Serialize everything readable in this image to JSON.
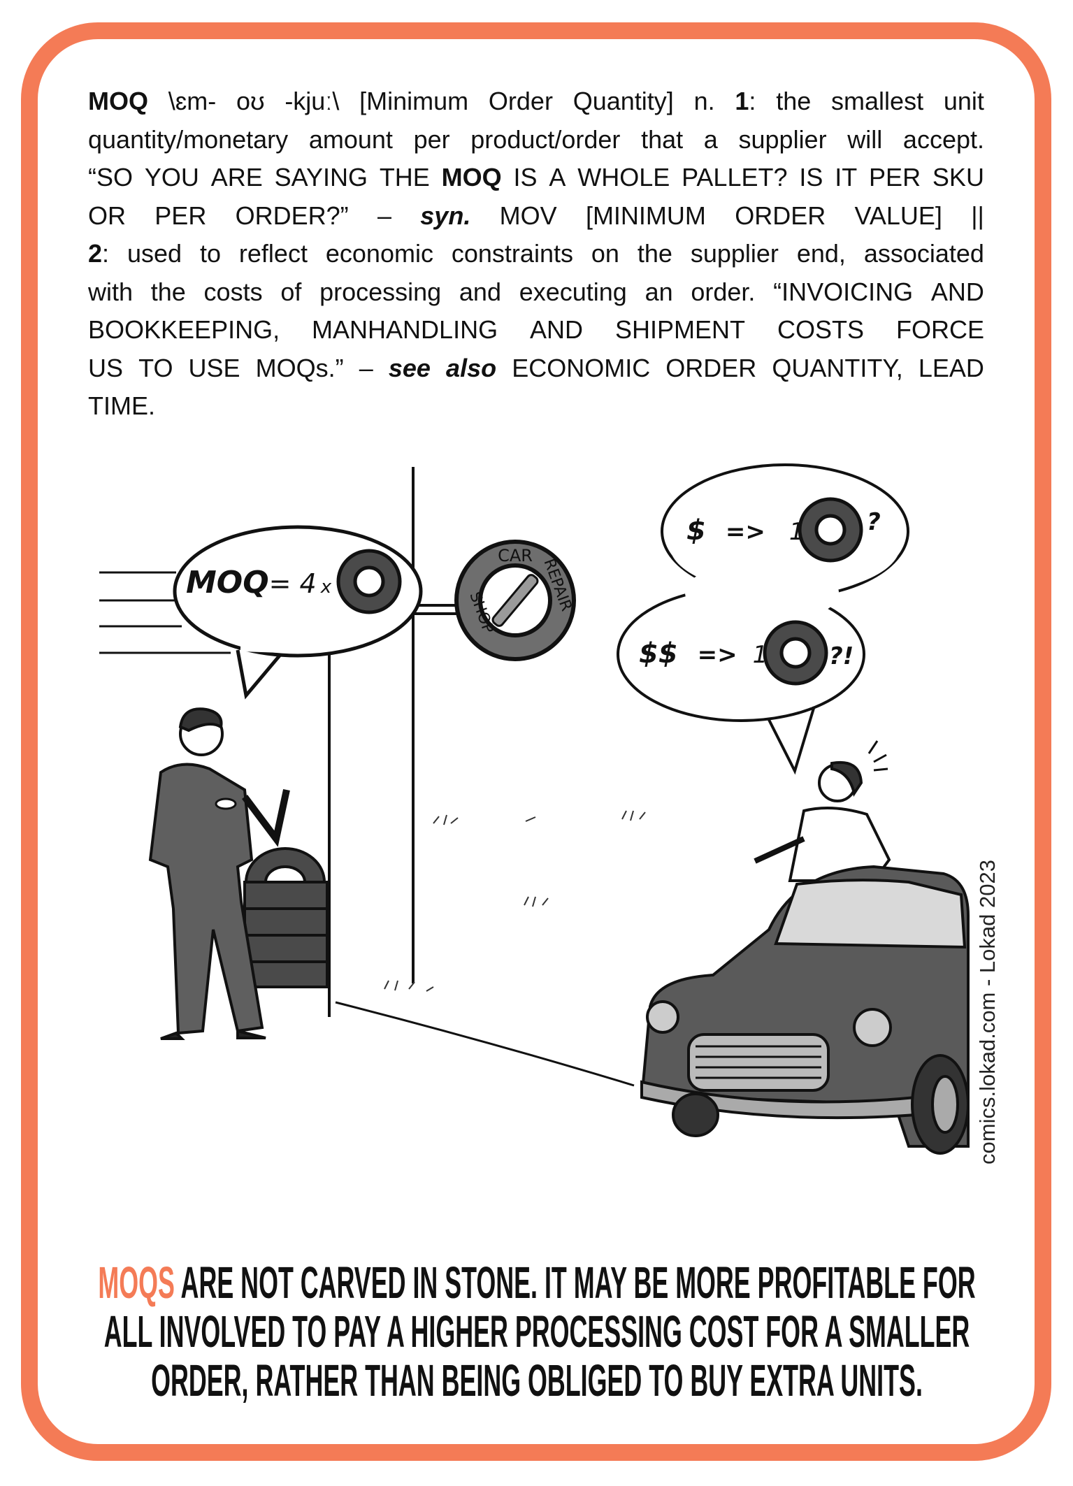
{
  "definition": {
    "lines": [
      [
        {
          "t": "MOQ",
          "s": "b"
        },
        {
          "t": " \\ɛm- oʊ -kjuː\\ [Minimum Order Quantity] n. "
        },
        {
          "t": "1",
          "s": "b"
        },
        {
          "t": ": the smallest unit"
        }
      ],
      [
        {
          "t": "quantity/monetary amount per product/order that a supplier will accept."
        }
      ],
      [
        {
          "t": "“SO YOU ARE SAYING THE "
        },
        {
          "t": "MOQ",
          "s": "b"
        },
        {
          "t": " IS A WHOLE PALLET? IS IT PER SKU"
        }
      ],
      [
        {
          "t": "OR PER ORDER?” – "
        },
        {
          "t": "syn.",
          "s": "bi"
        },
        {
          "t": " MOV [MINIMUM ORDER VALUE] ||"
        }
      ],
      [
        {
          "t": "2",
          "s": "b"
        },
        {
          "t": ": used to reflect economic constraints on the supplier end, associated"
        }
      ],
      [
        {
          "t": "with the costs of processing and executing an order. “INVOICING AND"
        }
      ],
      [
        {
          "t": "BOOKKEEPING, MANHANDLING AND SHIPMENT COSTS FORCE"
        }
      ],
      [
        {
          "t": "US TO USE MOQs.” – "
        },
        {
          "t": "see also",
          "s": "bi"
        },
        {
          "t": " ECONOMIC ORDER QUANTITY, LEAD"
        }
      ],
      [
        {
          "t": "TIME."
        }
      ]
    ]
  },
  "illustration": {
    "mechanic_bubble": {
      "label": "MOQ",
      "equals": "= 4",
      "times": "x"
    },
    "sign": {
      "top": "CAR",
      "right": "REPAIR",
      "left": "SHOP"
    },
    "customer_thought": {
      "line1": {
        "currency": "$",
        "arrow": "=>",
        "qty": "1",
        "mark": "?"
      },
      "line2": {
        "currency": "$$",
        "arrow": "=>",
        "qty": "1",
        "mark": "?!"
      }
    }
  },
  "credit": "comics.lokad.com - Lokad 2023",
  "caption": {
    "lines": [
      [
        {
          "t": "MOQS",
          "s": "orange"
        },
        {
          "t": " ARE NOT CARVED IN STONE. IT MAY BE MORE PROFITABLE FOR"
        }
      ],
      [
        {
          "t": "ALL INVOLVED TO PAY A HIGHER PROCESSING COST FOR A SMALLER"
        }
      ],
      [
        {
          "t": "ORDER, RATHER THAN BEING OBLIGED TO BUY EXTRA UNITS."
        }
      ]
    ]
  },
  "colors": {
    "accent": "#F47B56",
    "ink": "#111111",
    "tire": "#4a4a4a",
    "grey": "#6e6e6e"
  }
}
